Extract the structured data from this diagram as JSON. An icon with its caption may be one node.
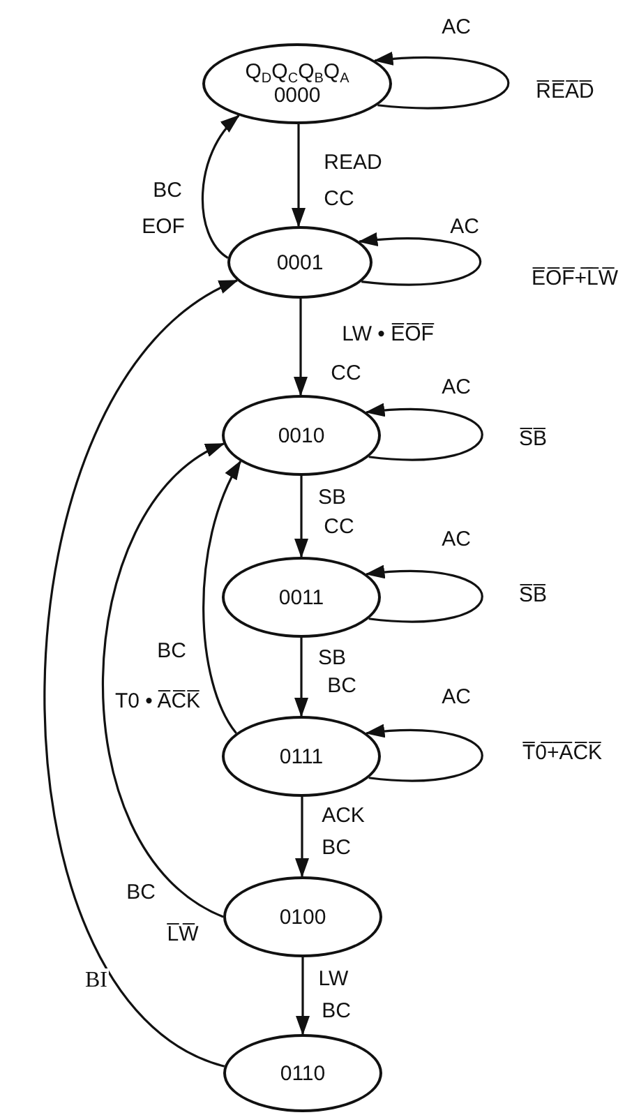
{
  "diagram": {
    "nodes": [
      {
        "text": [
          "Q$_{D}$Q$_{C}$Q$_{B}$Q$_{A}$",
          "0000"
        ]
      },
      {
        "text": [
          "0001"
        ]
      },
      {
        "text": [
          "0010"
        ]
      },
      {
        "text": [
          "0011"
        ]
      },
      {
        "text": [
          "0111"
        ]
      },
      {
        "text": [
          "0100"
        ]
      },
      {
        "text": [
          "0110"
        ]
      }
    ],
    "edges": [
      {
        "from": 0,
        "to": 0,
        "arrow": "to",
        "label": "R̅E̅A̅D̅"
      },
      {
        "from": 0,
        "to": 1,
        "arrow": "to",
        "label": "READ"
      },
      {
        "from": 1,
        "to": 0,
        "arrow": "to",
        "label": "EOF"
      },
      {
        "from": 1,
        "to": 1,
        "arrow": "to",
        "label": "E̅O̅F̅+̅L̅W̅"
      },
      {
        "from": 1,
        "to": 2,
        "arrow": "to",
        "label": "LW • E̅O̅F̅"
      },
      {
        "from": 2,
        "to": 2,
        "arrow": "to",
        "label": "S̅B̅"
      },
      {
        "from": 2,
        "to": 3,
        "arrow": "to",
        "label": "SB"
      },
      {
        "from": 3,
        "to": 3,
        "arrow": "to",
        "label": "S̅B̅"
      },
      {
        "from": 3,
        "to": 4,
        "arrow": "to",
        "label": "SB"
      },
      {
        "from": 4,
        "to": 2,
        "arrow": "to",
        "label": "T0 • A̅C̅K̅"
      },
      {
        "from": 4,
        "to": 4,
        "arrow": "to",
        "label": "T̅0̅+̅A̅C̅K̅"
      },
      {
        "from": 4,
        "to": 5,
        "arrow": "to",
        "label": "ACK"
      },
      {
        "from": 5,
        "to": 2,
        "arrow": "to",
        "label": "L̅W̅"
      },
      {
        "from": 5,
        "to": 6,
        "arrow": "to",
        "label": "LW"
      },
      {
        "from": 6,
        "to": 1,
        "arrow": "to",
        "label": "BI"
      }
    ],
    "labels": [
      "AC",
      "CC",
      "BC",
      "AC",
      "CC",
      "AC",
      "CC",
      "AC",
      "BC",
      "BC",
      "AC",
      "BC",
      "BC",
      "BC"
    ]
  }
}
